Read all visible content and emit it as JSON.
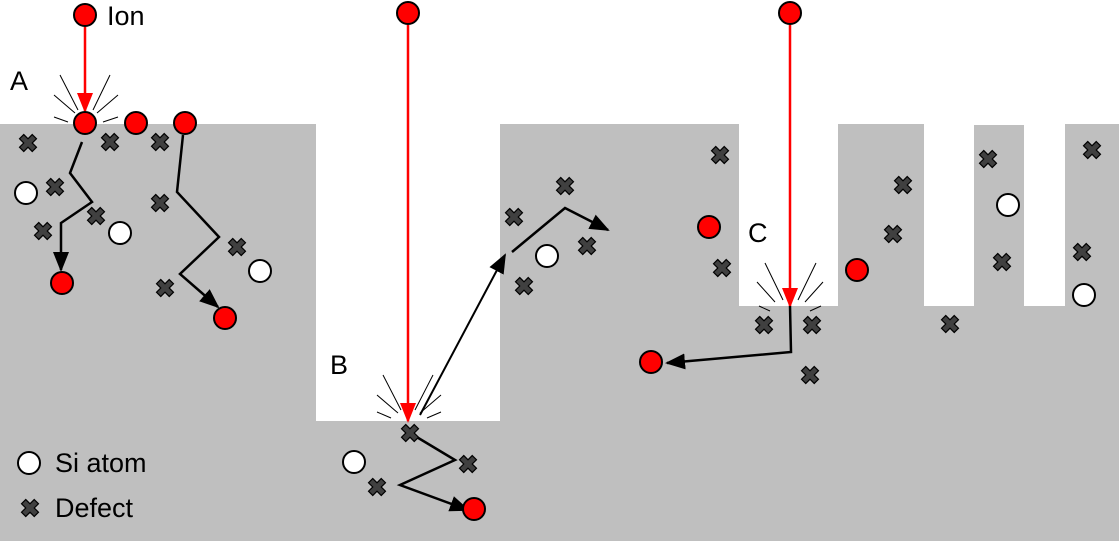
{
  "labels": {
    "ion": "Ion",
    "a": "A",
    "b": "B",
    "c": "C"
  },
  "legend": {
    "si_atom": "Si atom",
    "defect": "Defect"
  },
  "colors": {
    "substrate": "#bfbfbf",
    "ion": "#ff0000",
    "defect": "#404040",
    "si_atom": "#ffffff"
  }
}
